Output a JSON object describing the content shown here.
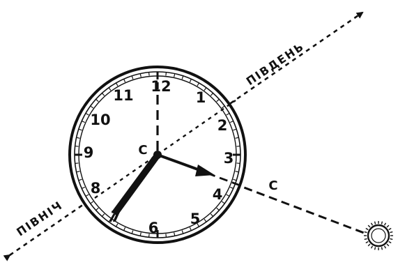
{
  "diagram": {
    "direction_labels": {
      "south": "ПІВДЕНЬ",
      "north": "ПІВНІЧ"
    },
    "center_label": "С",
    "sun_line_label": "С",
    "numerals": [
      "12",
      "1",
      "2",
      "3",
      "4",
      "5",
      "6",
      "7",
      "8",
      "9",
      "10",
      "11"
    ],
    "sun_icon": "sun-icon",
    "colors": {
      "ink": "#111111",
      "paper": "#ffffff"
    }
  }
}
